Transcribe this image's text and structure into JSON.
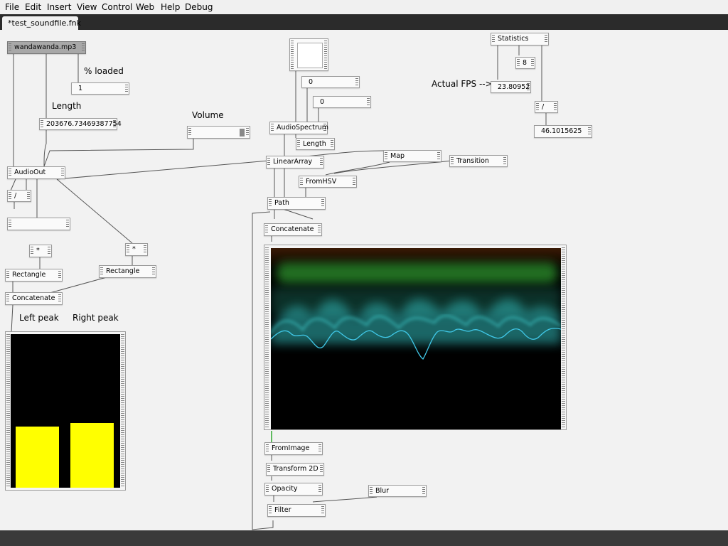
{
  "menu": [
    "File",
    "Edit",
    "Insert",
    "View",
    "Control",
    "Web",
    "Help",
    "Debug"
  ],
  "tab": {
    "title": "*test_soundfile.fnk"
  },
  "labels": {
    "percent_loaded": "% loaded",
    "length": "Length",
    "volume": "Volume",
    "actual_fps": "Actual FPS -->",
    "left_peak": "Left peak",
    "right_peak": "Right peak"
  },
  "nodes": {
    "soundfile": "wandawanda.mp3",
    "percent_value": "1",
    "length_value": "203676.73469387754",
    "volume": "",
    "audio_out": "AudioOut",
    "divide_left": "/",
    "mul_left": "*",
    "mul_right": "*",
    "rect_left": "Rectangle",
    "rect_right": "Rectangle",
    "concat_left": "Concatenate",
    "num_zero_1": "0",
    "num_zero_2": "0",
    "audio_spectrum": "AudioSpectrum",
    "length_node": "Length",
    "linear_array": "LinearArray",
    "map": "Map",
    "transition": "Transition",
    "from_hsv": "FromHSV",
    "path": "Path",
    "concat_center": "Concatenate",
    "from_image": "FromImage",
    "transform_2d": "Transform 2D",
    "opacity": "Opacity",
    "blur": "Blur",
    "filter": "Filter",
    "statistics": "Statistics",
    "stat_8": "8",
    "fps_value": "23.80952",
    "divide_right": "/",
    "div_result": "46.1015625"
  },
  "peaks": {
    "left_level": 0.4,
    "right_level": 0.42
  },
  "colors": {
    "peak": "#ffff00",
    "wave": "#40c8e8",
    "glow_green": "#2a8a2a",
    "glow_cyan": "#33bbbb"
  }
}
